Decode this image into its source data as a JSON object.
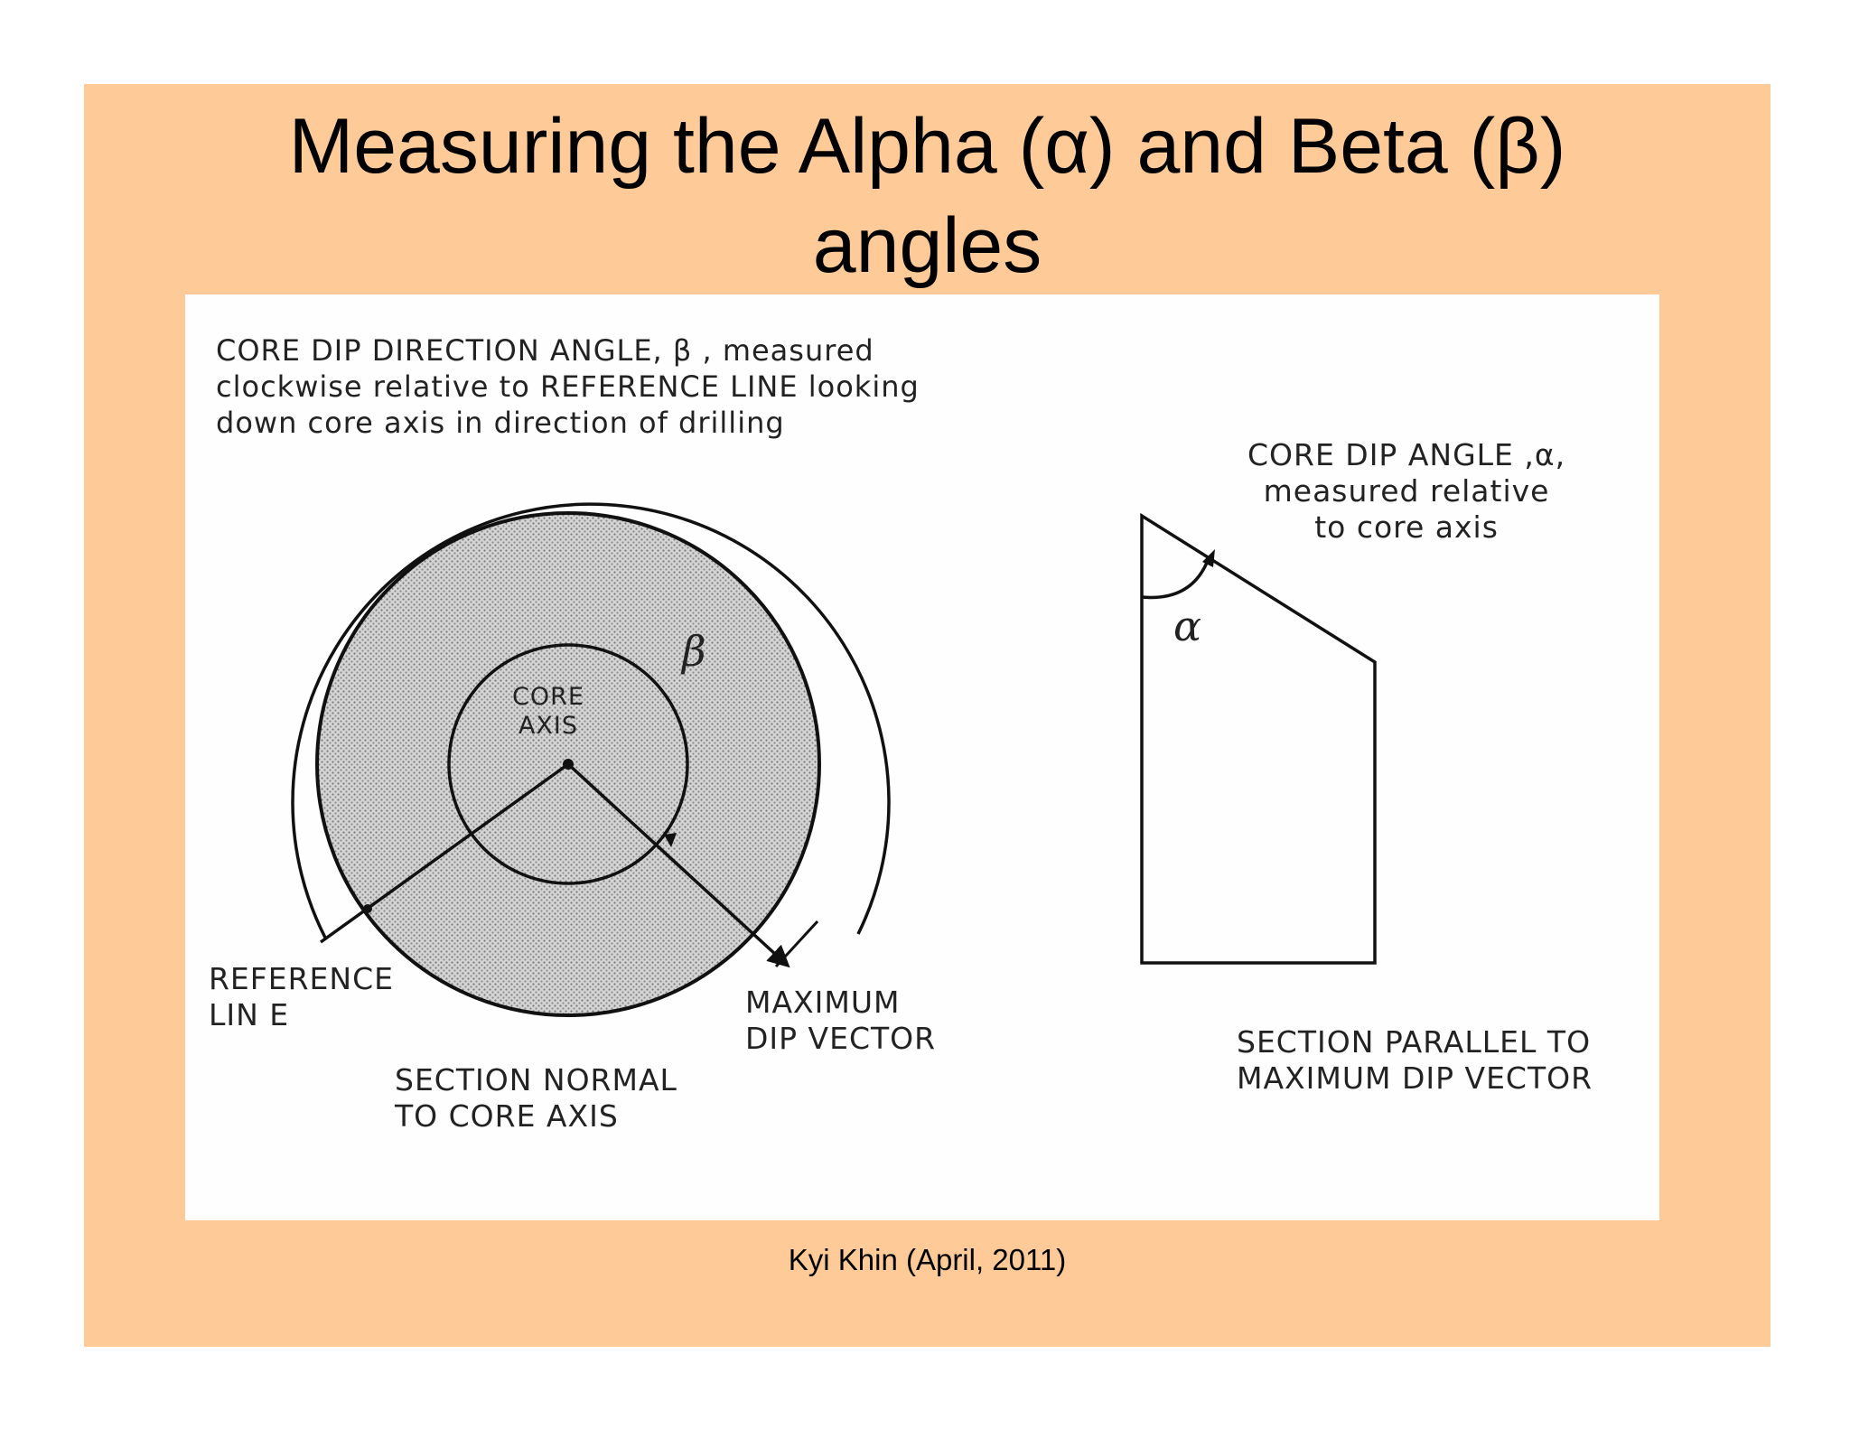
{
  "title": {
    "line1": "Measuring the Alpha (α) and Beta (β)",
    "line2": "angles"
  },
  "diagram": {
    "beta_caption": {
      "line1": "CORE DIP DIRECTION ANGLE, β , measured",
      "line2": "clockwise relative to REFERENCE LINE looking",
      "line3": "down core axis in direction of drilling"
    },
    "core_axis_label": {
      "line1": "CORE",
      "line2": "AXIS"
    },
    "beta_symbol": "β",
    "reference_line_label": {
      "line1": "REFERENCE",
      "line2": "LIN E"
    },
    "max_dip_vector_label": {
      "line1": "MAXIMUM",
      "line2": "DIP VECTOR"
    },
    "section_normal_label": {
      "line1": "SECTION NORMAL",
      "line2": "TO CORE AXIS"
    },
    "alpha_caption": {
      "line1": "CORE DIP ANGLE ,α,",
      "line2": "measured relative",
      "line3": "to core axis"
    },
    "alpha_symbol": "α",
    "section_parallel_label": {
      "line1": "SECTION PARALLEL TO",
      "line2": "MAXIMUM DIP VECTOR"
    }
  },
  "footer": "Kyi Khin (April, 2011)",
  "colors": {
    "slide_background": "#fdca98",
    "panel_background": "#fefefe",
    "stipple": "#8a8a8a",
    "ink": "#222222"
  }
}
